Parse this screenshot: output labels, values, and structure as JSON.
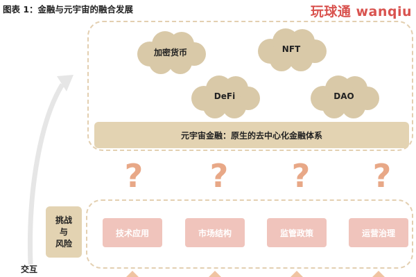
{
  "title": "图表 1：金融与元宇宙的融合发展",
  "watermark": "玩球通 wanqiu",
  "clouds": [
    {
      "label": "加密货币"
    },
    {
      "label": "NFT"
    },
    {
      "label": "DeFi"
    },
    {
      "label": "DAO"
    }
  ],
  "banner": "元宇宙金融：原生的去中心化金融体系",
  "question_mark": "?",
  "challenge_label": "挑战\n与\n风险",
  "interaction_label": "交互",
  "bottom_items": [
    {
      "label": "技术应用"
    },
    {
      "label": "市场结构"
    },
    {
      "label": "监管政策"
    },
    {
      "label": "运营治理"
    }
  ],
  "colors": {
    "cloud_fill": "#d9c9a8",
    "banner_fill": "#e3d3b2",
    "question_mark": "#e8a887",
    "bottom_item_fill": "#f0c4bc",
    "dashed_border": "#e3cfb0",
    "watermark": "#d9534f"
  }
}
